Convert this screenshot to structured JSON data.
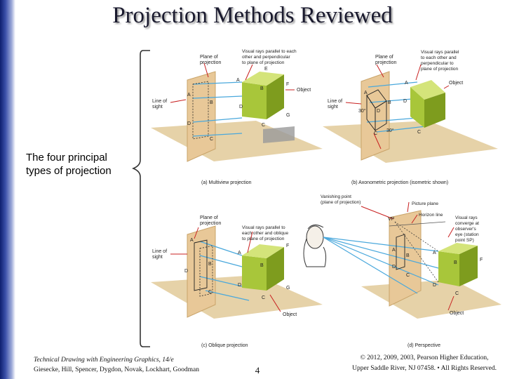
{
  "slide": {
    "title": "Projection Methods Reviewed",
    "intro_text": "The four principal types of projection",
    "page_number": "4"
  },
  "footer": {
    "book_title": "Technical Drawing with Engineering Graphics, 14/e",
    "authors": "Giesecke, Hill, Spencer, Dygdon, Novak, Lockhart, Goodman",
    "copyright_line1": "© 2012, 2009, 2003, Pearson Higher Education,",
    "copyright_line2": "Upper Saddle River, NJ 07458. • All Rights Reserved."
  },
  "figure": {
    "captions": {
      "a": "(a) Multiview projection",
      "b": "(b) Axonometric projection (isometric shown)",
      "c": "(c) Oblique projection",
      "d": "(d) Perspective"
    },
    "labels": {
      "plane_of": "Plane of",
      "projection": "projection",
      "line_of": "Line of",
      "sight": "sight",
      "object": "Object",
      "a_rays_1": "Visual rays parallel to each",
      "a_rays_2": "other and perpendicular",
      "a_rays_3": "to plane of projection",
      "b_rays_1": "Visual rays parallel",
      "b_rays_2": "to each other and",
      "b_rays_3": "perpendicular to",
      "b_rays_4": "plane of projection",
      "c_rays_1": "Visual rays parallel to",
      "c_rays_2": "each other and oblique",
      "c_rays_3": "to plane of projection",
      "vanishing_1": "Vanishing point",
      "vanishing_2": "(plane of projection)",
      "picture_plane": "Picture plane",
      "horizon_line": "Horizon line",
      "d_rays_1": "Visual rays",
      "d_rays_2": "converge at",
      "d_rays_3": "observer's",
      "d_rays_4": "eye (station",
      "d_rays_5": "point SP)",
      "vp": "VP",
      "angle_30": "30°"
    },
    "vertices": {
      "A": "A",
      "B": "B",
      "C": "C",
      "D": "D",
      "E": "E",
      "F": "F",
      "G": "G"
    },
    "colors": {
      "cube_front": "#a8c63a",
      "cube_side": "#7e9c1e",
      "cube_top": "#d4e47a",
      "plane": "#e8c898",
      "plane_edge": "#c9a46a",
      "ground": "#e6d2a8",
      "rays": "#4aa8dc",
      "shadow": "#9a9a9a",
      "brace": "#333333"
    }
  }
}
